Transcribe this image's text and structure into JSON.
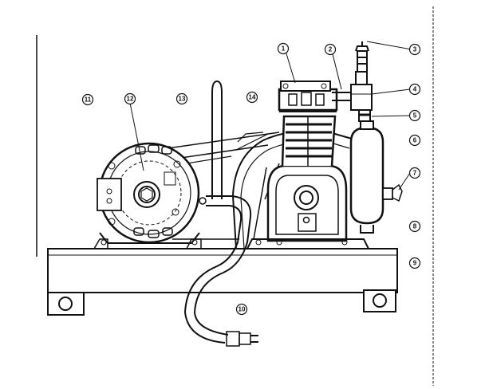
{
  "diagram": {
    "callouts": [
      {
        "id": "1",
        "label": "1"
      },
      {
        "id": "2",
        "label": "2"
      },
      {
        "id": "3",
        "label": "3"
      },
      {
        "id": "4",
        "label": "4"
      },
      {
        "id": "5",
        "label": "5"
      },
      {
        "id": "6",
        "label": "6"
      },
      {
        "id": "7",
        "label": "7"
      },
      {
        "id": "8",
        "label": "8"
      },
      {
        "id": "9",
        "label": "9"
      },
      {
        "id": "10",
        "label": "10"
      },
      {
        "id": "11",
        "label": "11"
      },
      {
        "id": "12",
        "label": "12"
      },
      {
        "id": "13",
        "label": "13"
      },
      {
        "id": "14",
        "label": "14"
      }
    ],
    "colors": {
      "ink": "#111111",
      "paper": "#ffffff"
    }
  }
}
